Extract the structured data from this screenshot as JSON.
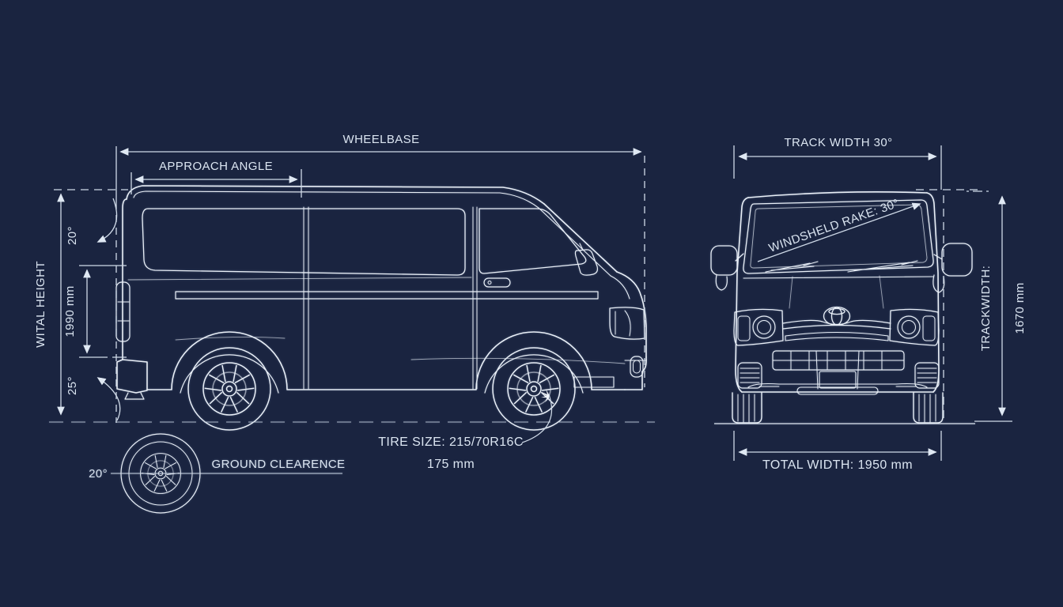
{
  "colors": {
    "background": "#1a2440",
    "body_line": "#e9eff7",
    "dim_line": "#cfdae8",
    "text": "#dbe5f1"
  },
  "side_view": {
    "wheelbase_label": "WHEELBASE",
    "approach_angle_label": "APPROACH ANGLE",
    "total_height_label": "WITAL HEIGHT",
    "height_value": "1990 mm",
    "upper_angle": "20°",
    "lower_angle": "25°",
    "ground_clearance_angle": "20°",
    "ground_clearance_label": "GROUND CLEARENCE",
    "tire_size_label": "TIRE SIZE: 215/70R16C",
    "tire_width_value": "175 mm"
  },
  "front_view": {
    "track_width_label": "TRACK WIDTH 30°",
    "windshield_rake_label": "WINDSHELD RAKE: 30°",
    "track_width_vertical_label": "TRACKWIDTH:",
    "track_width_value": "1670 mm",
    "total_width_label": "TOTAL WIDTH: 1950 mm"
  }
}
